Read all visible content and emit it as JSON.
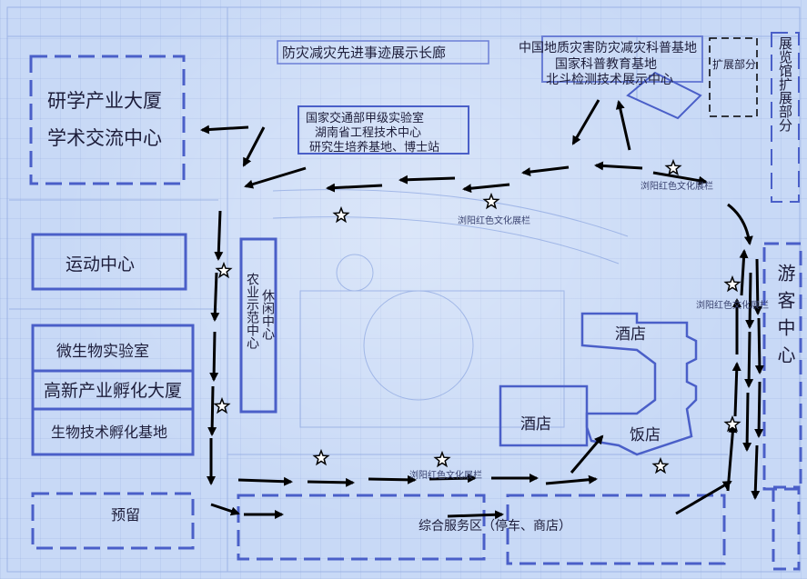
{
  "labels": {
    "corridor": "防灾减灾先进事迹展示长廊",
    "geo_line1": "中国地质灾害防灾减灾科普基地",
    "geo_line2": "国家科普教育基地",
    "geo_line3": "北斗检测技术展示中心",
    "expansion_small": "扩展部分",
    "expansion_vertical": "展览馆扩展部分",
    "research_building": "研学产业大厦",
    "academic_center": "学术交流中心",
    "lab_line1": "国家交通部甲级实验室",
    "lab_line2": "湖南省工程技术中心",
    "lab_line3": "研究生培养基地、博士站",
    "sports_center": "运动中心",
    "agri_demo": "农业示范中心",
    "leisure_center": "休闲中心",
    "micro_lab": "微生物实验室",
    "incubation_building": "高新产业孵化大厦",
    "bio_base": "生物技术孵化基地",
    "reserved": "预留",
    "visitor_center": "游客中心",
    "hotel_upper": "酒店",
    "hotel_lower": "酒店",
    "restaurant": "饭店",
    "service_area": "综合服务区（停车、商店）",
    "red_culture_1": "浏阳红色文化展栏",
    "red_culture_2": "浏阳红色文化展栏",
    "red_culture_3": "浏阳红色文化展栏",
    "red_culture_4": "浏阳红色文化展栏"
  },
  "colors": {
    "background": "#c8d9f6",
    "zone_outline": "#4a5fc8",
    "route_arrow": "#000000",
    "text": "#1d1d3a"
  },
  "icons": {
    "route_arrow": "arrow-icon",
    "exhibit_star": "star-icon"
  }
}
